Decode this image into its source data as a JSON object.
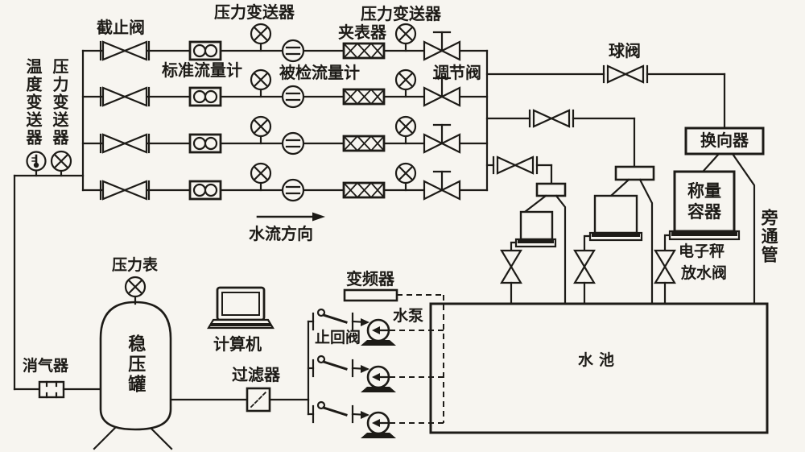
{
  "diagram": {
    "labels": {
      "temperature_transmitter": "温度变送器",
      "pressure_transmitter_inlet": "压力变送器",
      "stop_valve": "截止阀",
      "pressure_transmitter_1": "压力变送器",
      "pressure_transmitter_2": "压力变送器",
      "meter_clamp": "夹表器",
      "standard_flowmeter": "标准流量计",
      "flowmeter_under_test": "被检流量计",
      "regulating_valve": "调节阀",
      "ball_valve": "球阀",
      "flow_direction": "水流方向",
      "diverter": "换向器",
      "weighing_container": "称量容器",
      "electronic_scale": "电子秤",
      "drain_valve": "放水阀",
      "bypass_pipe": "旁通管",
      "pool": "水池",
      "pump": "水泵",
      "check_valve": "止回阀",
      "frequency_converter": "变频器",
      "computer": "计算机",
      "filter": "过滤器",
      "surge_tank": "稳压罐",
      "air_eliminator": "消气器",
      "pressure_gauge": "压力表"
    },
    "colors": {
      "line": "#1d1b17",
      "background": "#f7f5f0"
    }
  }
}
